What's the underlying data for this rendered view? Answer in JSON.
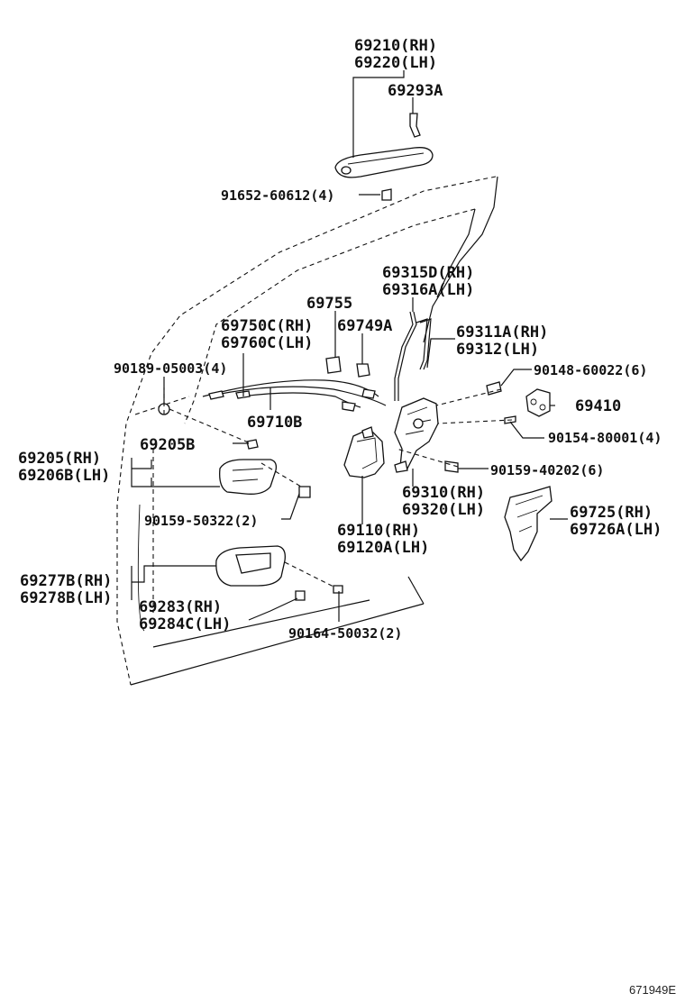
{
  "labels": {
    "p69210": "69210(RH)",
    "p69220": "69220(LH)",
    "p69293A": "69293A",
    "p91652": "91652-60612(4)",
    "p69315D": "69315D(RH)",
    "p69316A": "69316A(LH)",
    "p69755": "69755",
    "p69750C": "69750C(RH)",
    "p69760C": "69760C(LH)",
    "p69749A": "69749A",
    "p69311A": "69311A(RH)",
    "p69312": "69312(LH)",
    "p90189": "90189-05003(4)",
    "p90148": "90148-60022(6)",
    "p69410": "69410",
    "p69710B": "69710B",
    "p90154": "90154-80001(4)",
    "p69205": "69205(RH)",
    "p69206B": "69206B(LH)",
    "p69205B": "69205B",
    "p90159_40202": "90159-40202(6)",
    "p69310": "69310(RH)",
    "p69320": "69320(LH)",
    "p90159_50322": "90159-50322(2)",
    "p69725": "69725(RH)",
    "p69726A": "69726A(LH)",
    "p69110": "69110(RH)",
    "p69120A": "69120A(LH)",
    "p69277B": "69277B(RH)",
    "p69278B": "69278B(LH)",
    "p69283": "69283(RH)",
    "p69284C": "69284C(LH)",
    "p90164": "90164-50032(2)"
  },
  "figure_number": "671949E"
}
